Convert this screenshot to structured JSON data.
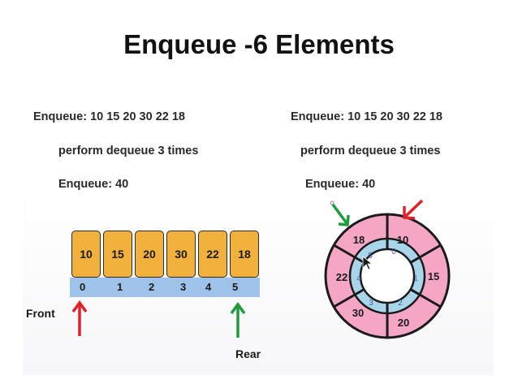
{
  "title": "Enqueue -6 Elements",
  "left": {
    "line1": "Enqueue: 10  15  20  30  22  18",
    "line2": "perform dequeue 3 times",
    "line3": "Enqueue:   40",
    "cells": [
      "10",
      "15",
      "20",
      "30",
      "22",
      "18"
    ],
    "indices": [
      "0",
      "1",
      "2",
      "3",
      "4",
      "5"
    ],
    "front_label": "Front",
    "rear_label": "Rear"
  },
  "right": {
    "line1": "Enqueue:  10  15  20  30  22  18",
    "line2": "perform dequeue 3 times",
    "line3": "Enqueue:  40",
    "outer_values": [
      "10",
      "15",
      "20",
      "30",
      "22",
      "18"
    ],
    "inner_indices": [
      "0",
      "1",
      "2",
      "3",
      "4",
      "5"
    ]
  },
  "colors": {
    "cell_fill": "#f2b13c",
    "index_bar": "#9fc3e8",
    "ring_outer": "#f4a6c4",
    "ring_inner": "#a9d5ea",
    "front_arrow": "#e0202a",
    "rear_arrow": "#1e9c3c"
  }
}
